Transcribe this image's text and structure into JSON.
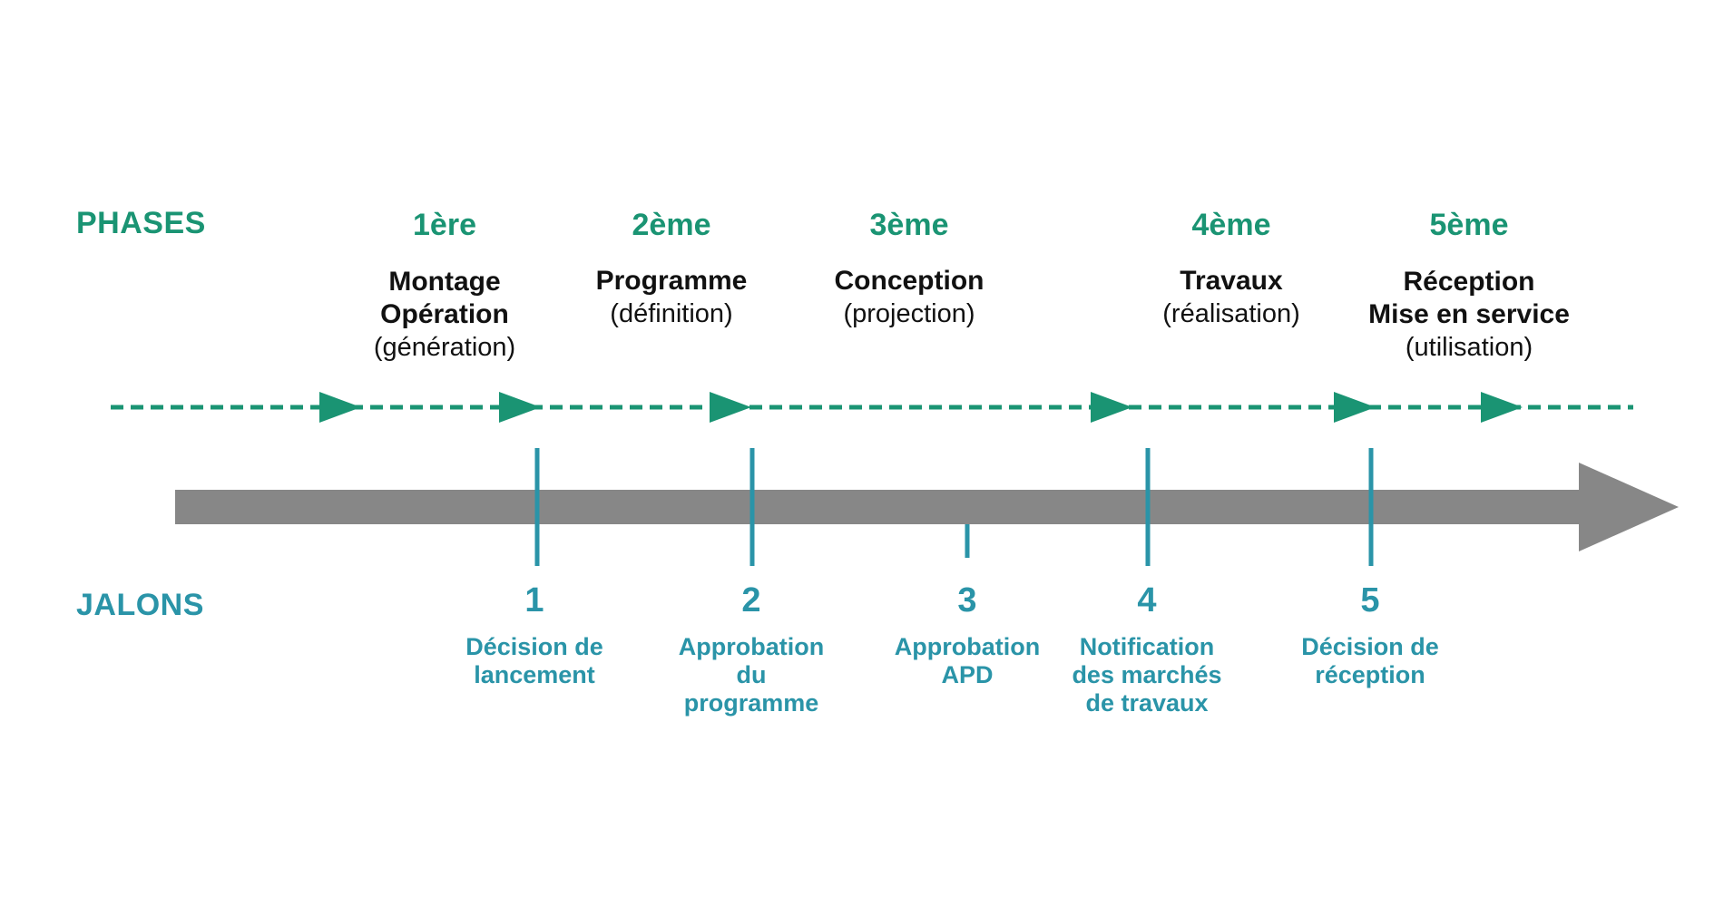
{
  "labels": {
    "phases": "PHASES",
    "jalons": "JALONS"
  },
  "colors": {
    "phase_green": "#1a9473",
    "jalon_blue": "#2a94a8",
    "timeline_gray": "#878787",
    "text_dark": "#111111"
  },
  "phases": [
    {
      "number": "1ère",
      "name": "Montage\nOpération",
      "subtitle": "(génération)"
    },
    {
      "number": "2ème",
      "name": "Programme",
      "subtitle": "(définition)"
    },
    {
      "number": "3ème",
      "name": "Conception",
      "subtitle": "(projection)"
    },
    {
      "number": "4ème",
      "name": "Travaux",
      "subtitle": "(réalisation)"
    },
    {
      "number": "5ème",
      "name": "Réception\nMise en service",
      "subtitle": "(utilisation)"
    }
  ],
  "jalons": [
    {
      "number": "1",
      "text": "Décision de\nlancement"
    },
    {
      "number": "2",
      "text": "Approbation\ndu\nprogramme"
    },
    {
      "number": "3",
      "text": "Approbation\nAPD"
    },
    {
      "number": "4",
      "text": "Notification\ndes marchés\nde travaux"
    },
    {
      "number": "5",
      "text": "Décision de\nréception"
    }
  ]
}
